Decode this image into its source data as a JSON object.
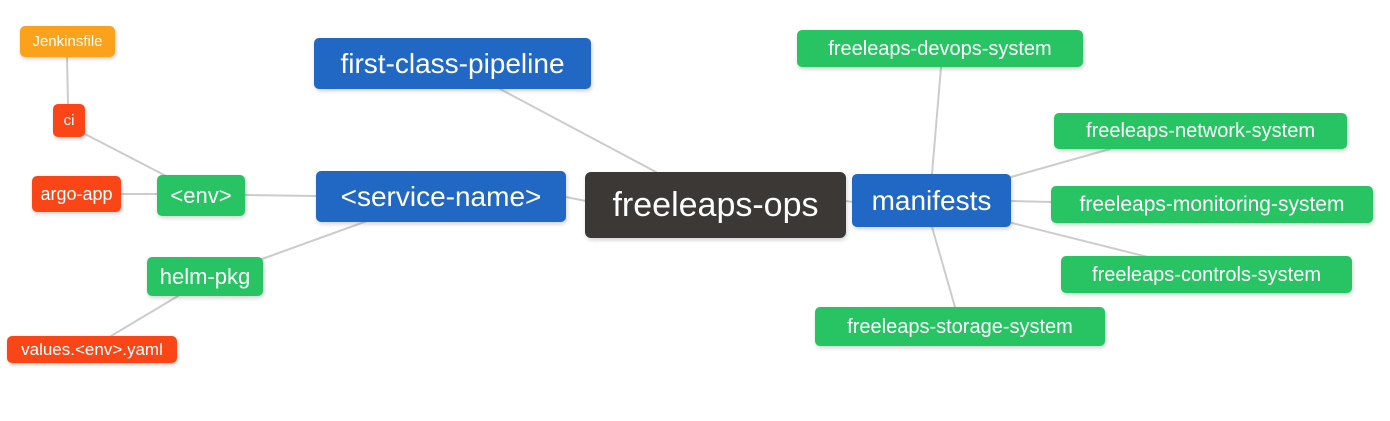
{
  "palette": {
    "blue": "#2068C4",
    "green": "#28C464",
    "red": "#FA4616",
    "orange": "#FAA21B",
    "dark": "#3B3836",
    "edge": "#CCCCCC",
    "node_text": "#FFFFFF",
    "background": "#FFFFFF"
  },
  "diagram": {
    "type": "mindmap",
    "root": "freeleaps-ops"
  },
  "nodes": [
    {
      "id": "jenkinsfile",
      "label": "Jenkinsfile",
      "color": "orange"
    },
    {
      "id": "ci",
      "label": "ci",
      "color": "red"
    },
    {
      "id": "argo-app",
      "label": "argo-app",
      "color": "red"
    },
    {
      "id": "env",
      "label": "<env>",
      "color": "green"
    },
    {
      "id": "helm-pkg",
      "label": "helm-pkg",
      "color": "green"
    },
    {
      "id": "values-env-yaml",
      "label": "values.<env>.yaml",
      "color": "red"
    },
    {
      "id": "first-class-pipeline",
      "label": "first-class-pipeline",
      "color": "blue"
    },
    {
      "id": "service-name",
      "label": "<service-name>",
      "color": "blue"
    },
    {
      "id": "freeleaps-ops",
      "label": "freeleaps-ops",
      "color": "dark"
    },
    {
      "id": "manifests",
      "label": "manifests",
      "color": "blue"
    },
    {
      "id": "freeleaps-devops-system",
      "label": "freeleaps-devops-system",
      "color": "green"
    },
    {
      "id": "freeleaps-network-system",
      "label": "freeleaps-network-system",
      "color": "green"
    },
    {
      "id": "freeleaps-monitoring-system",
      "label": "freeleaps-monitoring-system",
      "color": "green"
    },
    {
      "id": "freeleaps-controls-system",
      "label": "freeleaps-controls-system",
      "color": "green"
    },
    {
      "id": "freeleaps-storage-system",
      "label": "freeleaps-storage-system",
      "color": "green"
    }
  ],
  "edges": [
    {
      "from": "jenkinsfile",
      "to": "ci"
    },
    {
      "from": "ci",
      "to": "env"
    },
    {
      "from": "argo-app",
      "to": "env"
    },
    {
      "from": "env",
      "to": "service-name"
    },
    {
      "from": "helm-pkg",
      "to": "service-name"
    },
    {
      "from": "values-env-yaml",
      "to": "helm-pkg"
    },
    {
      "from": "first-class-pipeline",
      "to": "freeleaps-ops"
    },
    {
      "from": "service-name",
      "to": "freeleaps-ops"
    },
    {
      "from": "freeleaps-ops",
      "to": "manifests"
    },
    {
      "from": "manifests",
      "to": "freeleaps-devops-system"
    },
    {
      "from": "manifests",
      "to": "freeleaps-network-system"
    },
    {
      "from": "manifests",
      "to": "freeleaps-monitoring-system"
    },
    {
      "from": "manifests",
      "to": "freeleaps-controls-system"
    },
    {
      "from": "manifests",
      "to": "freeleaps-storage-system"
    }
  ]
}
